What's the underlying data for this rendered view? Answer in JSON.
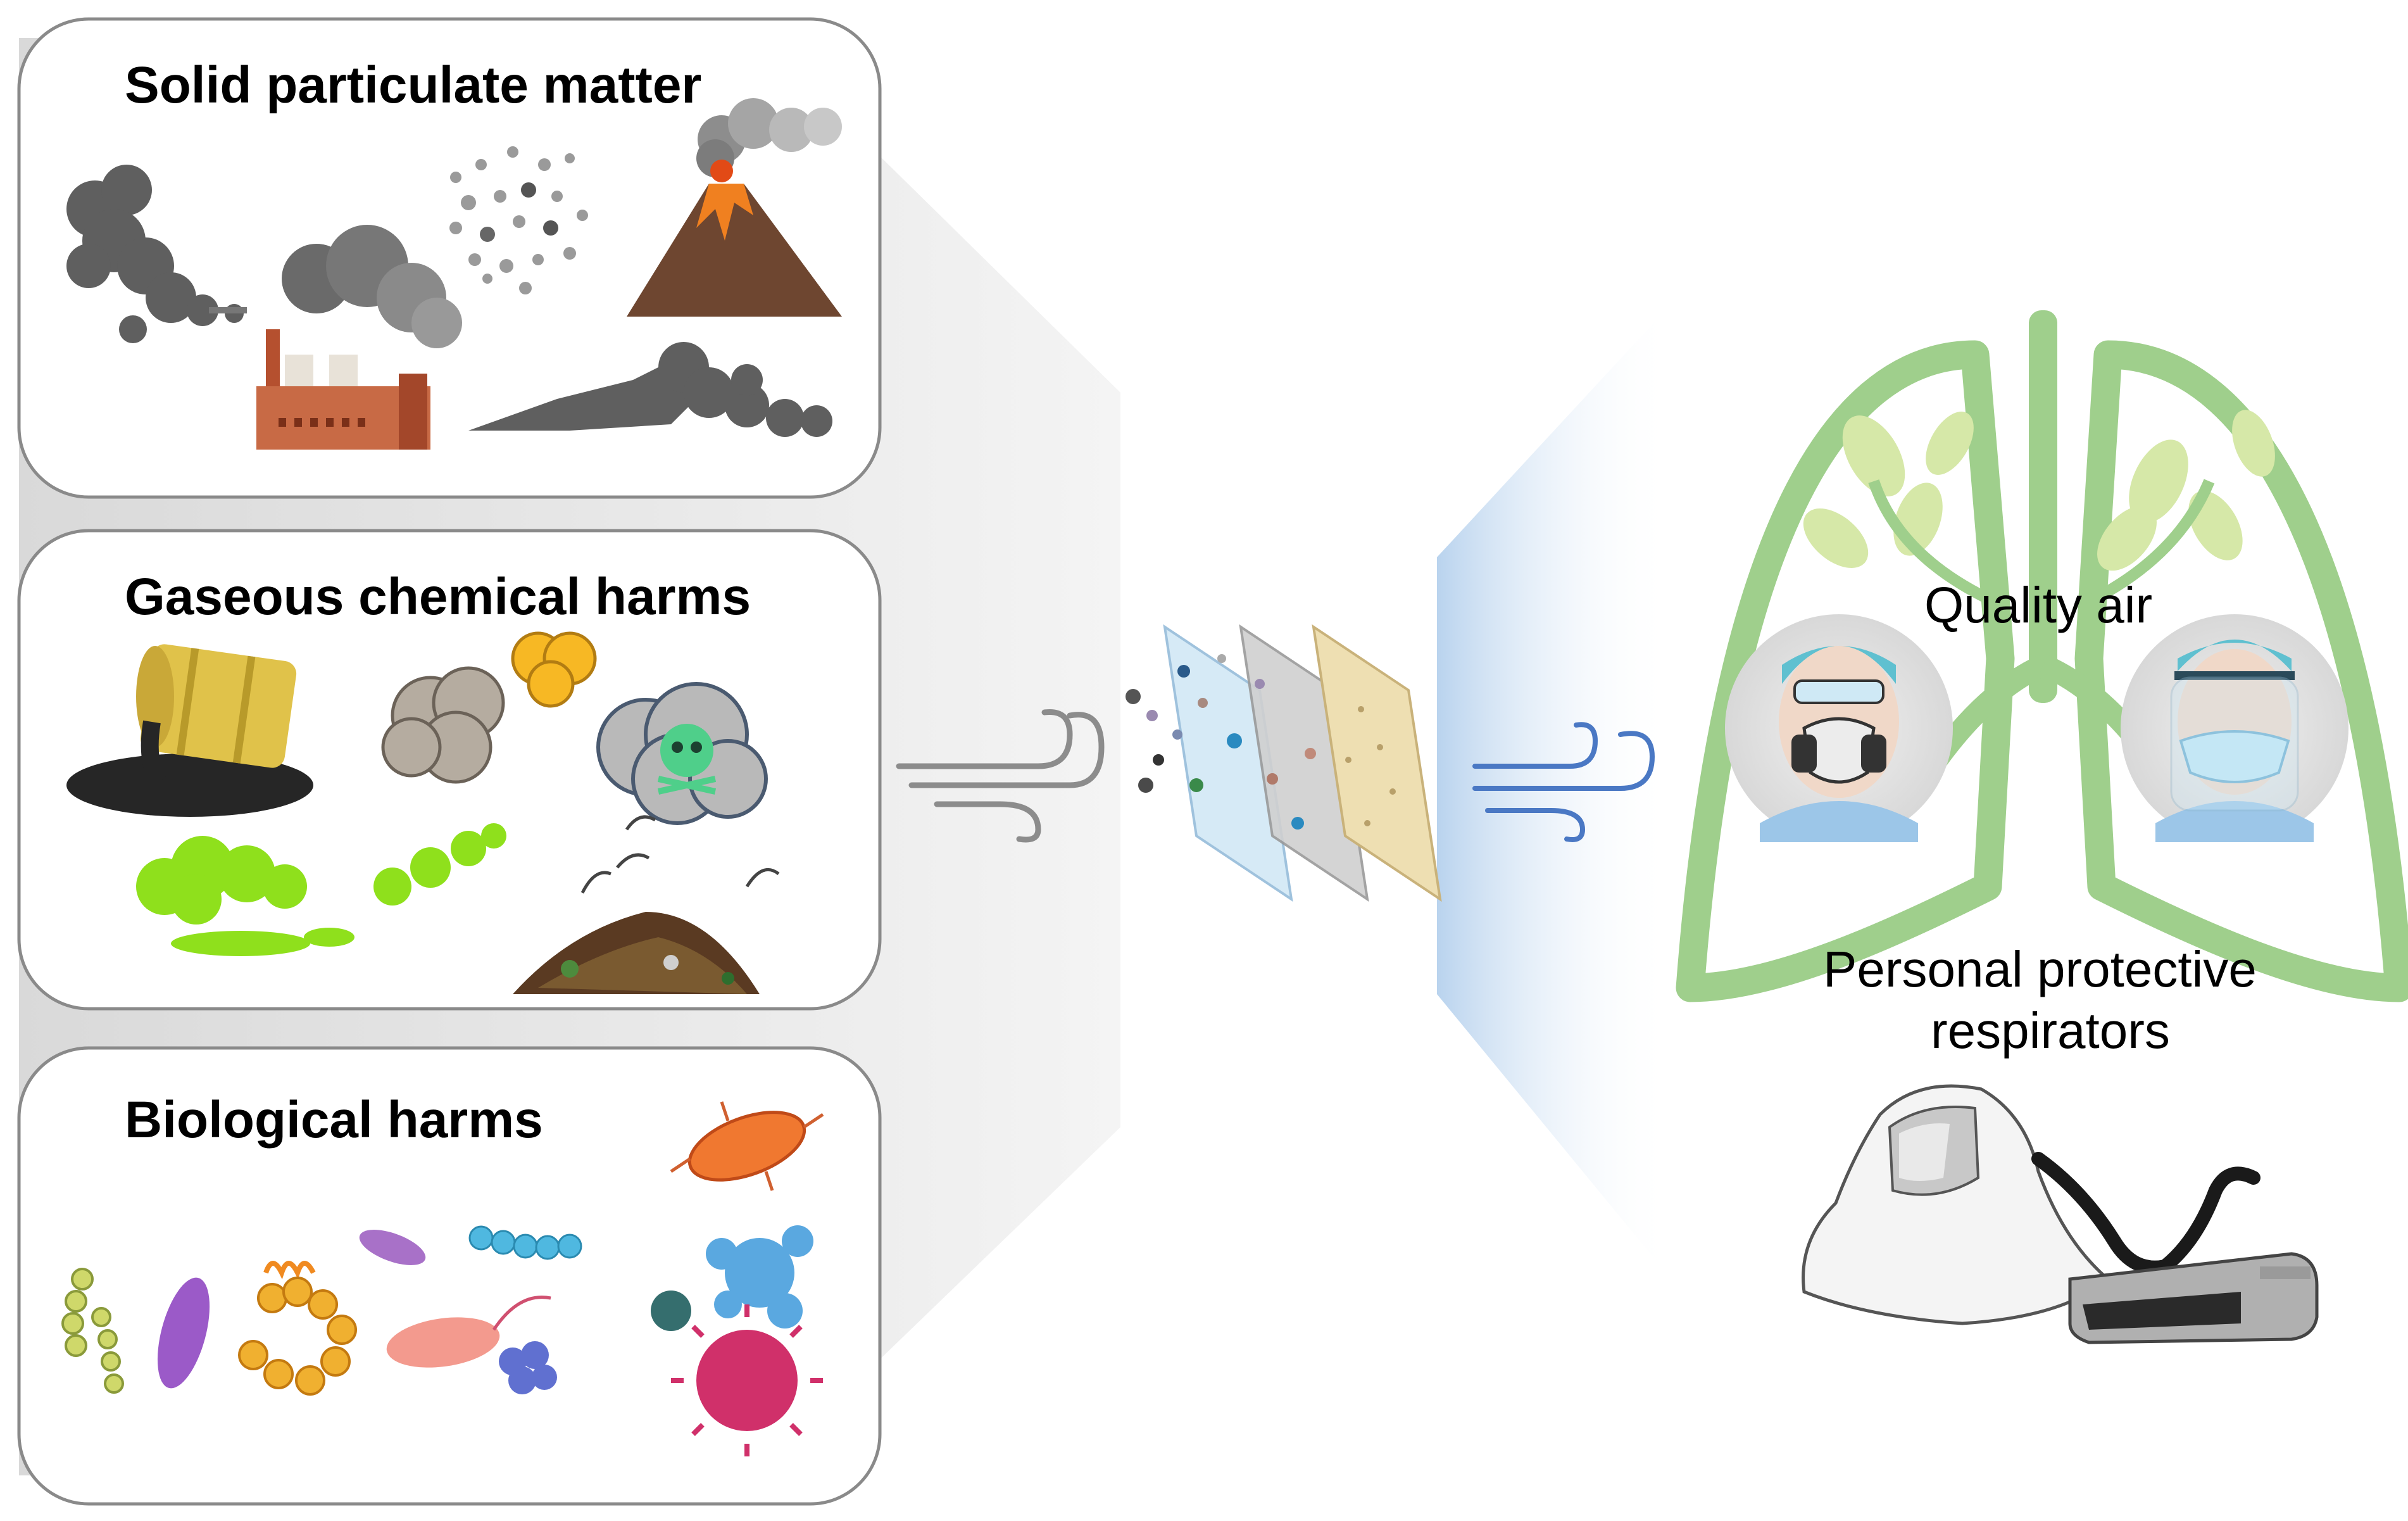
{
  "panels": [
    {
      "title": "Solid particulate matter"
    },
    {
      "title": "Gaseous chemical harms"
    },
    {
      "title": "Biological harms"
    }
  ],
  "labels": {
    "quality_air": "Quality air",
    "respirators_line1": "Personal protective",
    "respirators_line2": "respirators"
  },
  "colors": {
    "panel_border": "#8a8a8a",
    "lung_green": "#9fcf8c",
    "leaf_green": "#d6e8a8",
    "airflow_blue": "#4a78c4",
    "airflow_grey": "#8c8c8c",
    "toxic_green": "#8fe01c",
    "smoke_grey": "#5f5f5f"
  },
  "icons": [
    "smoke-puff-icon",
    "factory-icon",
    "particles-icon",
    "volcano-icon",
    "smoke-trail-icon",
    "oil-barrel-spill-icon",
    "gas-cloud-icon",
    "toxic-skull-cloud-icon",
    "green-toxic-gas-icon",
    "garbage-pile-icon",
    "bacteria-icon",
    "virus-icon",
    "fungus-icon",
    "grey-wind-icon",
    "filter-layers-icon",
    "blue-wind-icon",
    "lungs-icon",
    "half-mask-respirator-person-icon",
    "face-shield-person-icon",
    "papr-hood-icon"
  ]
}
